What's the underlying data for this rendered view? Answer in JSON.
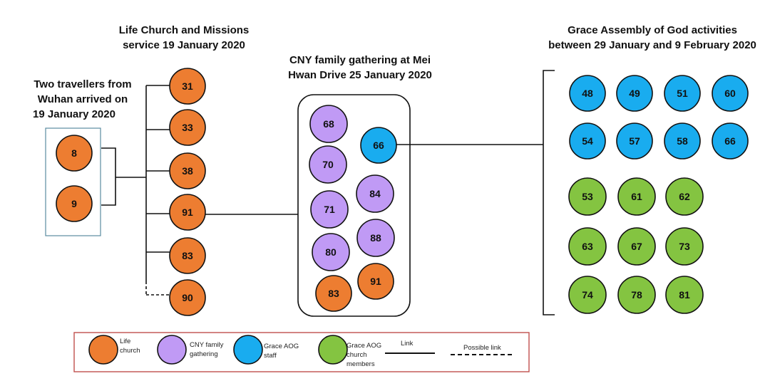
{
  "colors": {
    "life_church": "#ED7D31",
    "cny_family": "#C09AF5",
    "grace_staff": "#19ACEF",
    "grace_members": "#84C441",
    "legend_border": "#C0504D",
    "box_border": "#5B8BA0"
  },
  "labels": {
    "travellers": [
      "Two travellers from",
      "Wuhan arrived on",
      "19 January 2020"
    ],
    "life_church": [
      "Life Church and Missions",
      "service 19 January 2020"
    ],
    "cny": [
      "CNY family gathering at Mei",
      "Hwan Drive 25 January 2020"
    ],
    "grace": [
      "Grace Assembly of God activities",
      "between 29 January and 9 February 2020"
    ]
  },
  "travellers": [
    "8",
    "9"
  ],
  "life_church_cases": [
    "31",
    "33",
    "38",
    "91",
    "83",
    "90"
  ],
  "cny_cases": {
    "purple": [
      "68",
      "70",
      "71",
      "80",
      "84",
      "88"
    ],
    "blue": [
      "66"
    ],
    "orange": [
      "83",
      "91"
    ]
  },
  "grace_staff": [
    "48",
    "49",
    "51",
    "60",
    "54",
    "57",
    "58",
    "66"
  ],
  "grace_members": [
    "53",
    "61",
    "62",
    "63",
    "67",
    "73",
    "74",
    "78",
    "81"
  ],
  "legend": {
    "life_church": [
      "Life",
      "church"
    ],
    "cny": [
      "CNY family",
      "gathering"
    ],
    "staff": [
      "Grace AOG",
      "staff"
    ],
    "members": [
      "Grace AOG",
      "church",
      "members"
    ],
    "link": "Link",
    "possible_link": "Possible link"
  }
}
